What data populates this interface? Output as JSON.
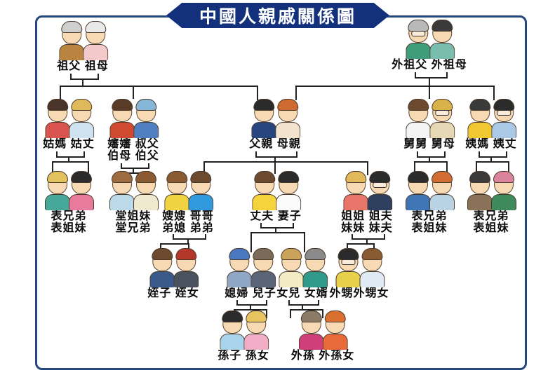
{
  "title": "中國人親戚關係圖",
  "colors": {
    "banner_bg": "#13307c",
    "banner_text": "#ffffff",
    "frame_border": "#24477c",
    "line": "#222222",
    "background": "#ffffff"
  },
  "groups": [
    {
      "id": "paternal-grandparents",
      "labels": [
        "祖父 祖母"
      ],
      "persons": [
        {
          "hair": "#cfcfcf",
          "top": "#b9843f",
          "acc": ""
        },
        {
          "hair": "#e9e9e9",
          "top": "#f3c9c9",
          "acc": ""
        }
      ]
    },
    {
      "id": "maternal-grandparents",
      "labels": [
        "外祖父 外祖母"
      ],
      "persons": [
        {
          "hair": "#b9b9b9",
          "top": "#3f9d7c",
          "acc": "glasses"
        },
        {
          "hair": "#3a3a3a",
          "top": "#79bdae",
          "acc": ""
        }
      ]
    },
    {
      "id": "paternal-aunt-and-husband",
      "labels": [
        "姑媽 姑丈"
      ],
      "persons": [
        {
          "hair": "#4a3328",
          "top": "#d9534f",
          "acc": ""
        },
        {
          "hair": "#e0b95c",
          "top": "#cfe2f0",
          "acc": ""
        }
      ]
    },
    {
      "id": "paternal-uncles-and-wives",
      "labels": [
        "嬸嬸 叔父",
        "伯母 伯父"
      ],
      "persons": [
        {
          "hair": "#5a3b28",
          "top": "#cf4a30",
          "acc": ""
        },
        {
          "hair": "#85b6d8",
          "top": "#4f7fc0",
          "acc": ""
        }
      ]
    },
    {
      "id": "father-mother",
      "labels": [
        "父親 母親"
      ],
      "persons": [
        {
          "hair": "#2b2b2b",
          "top": "#27457e",
          "acc": ""
        },
        {
          "hair": "#cf6a30",
          "top": "#f2e3cf",
          "acc": ""
        }
      ]
    },
    {
      "id": "maternal-uncle-and-wife",
      "labels": [
        "舅舅 舅母"
      ],
      "persons": [
        {
          "hair": "#6b4a2f",
          "top": "#f4f4f4",
          "acc": ""
        },
        {
          "hair": "#d9b34a",
          "top": "#e6d7b5",
          "acc": "glasses"
        }
      ]
    },
    {
      "id": "maternal-aunt-and-husband",
      "labels": [
        "姨媽 姨丈"
      ],
      "persons": [
        {
          "hair": "#3a3a3a",
          "top": "#f0c832",
          "acc": ""
        },
        {
          "hair": "#2b2b2b",
          "top": "#a9c9e6",
          "acc": "glasses"
        }
      ]
    },
    {
      "id": "paternal-aunt-cousins",
      "labels": [
        "表兄弟",
        "表姐妹"
      ],
      "persons": [
        {
          "hair": "#e2c25e",
          "top": "#46a898",
          "acc": ""
        },
        {
          "hair": "#2b2b2b",
          "top": "#e87a9e",
          "acc": ""
        }
      ]
    },
    {
      "id": "paternal-uncle-cousins",
      "labels": [
        "堂姐妹",
        "堂兄弟"
      ],
      "persons": [
        {
          "hair": "#9c6b3f",
          "top": "#bcd9ea",
          "acc": ""
        },
        {
          "hair": "#8a5a33",
          "top": "#efe9cf",
          "acc": ""
        }
      ]
    },
    {
      "id": "brothers-and-wives",
      "labels": [
        "嫂嫂 哥哥",
        "弟媳 弟弟"
      ],
      "persons": [
        {
          "hair": "#8a5a33",
          "top": "#f0d341",
          "acc": ""
        },
        {
          "hair": "#6b4a2f",
          "top": "#2f9ade",
          "acc": ""
        }
      ]
    },
    {
      "id": "husband-wife",
      "labels": [
        "丈夫 妻子"
      ],
      "persons": [
        {
          "hair": "#6b4a2f",
          "top": "#f5d33c",
          "acc": ""
        },
        {
          "hair": "#2b2b2b",
          "top": "#fbfbfb",
          "acc": ""
        }
      ]
    },
    {
      "id": "sisters-and-husbands",
      "labels": [
        "姐姐 姐夫",
        "妹妹 妹夫"
      ],
      "persons": [
        {
          "hair": "#e0b95c",
          "top": "#e8756a",
          "acc": ""
        },
        {
          "hair": "#2b2b2b",
          "top": "#2f3f5e",
          "acc": "glasses"
        }
      ]
    },
    {
      "id": "maternal-uncle-cousins",
      "labels": [
        "表兄弟",
        "表姐妹"
      ],
      "persons": [
        {
          "hair": "#2b2b2b",
          "top": "#3f74b5",
          "acc": ""
        },
        {
          "hair": "#d06c34",
          "top": "#b9d3e4",
          "acc": ""
        }
      ]
    },
    {
      "id": "maternal-aunt-cousins",
      "labels": [
        "表兄弟",
        "表姐妹"
      ],
      "persons": [
        {
          "hair": "#3a3a3a",
          "top": "#8a7258",
          "acc": ""
        },
        {
          "hair": "#d9849c",
          "top": "#3f8a5c",
          "acc": ""
        }
      ]
    },
    {
      "id": "nephew-niece",
      "labels": [
        "姪子 姪女"
      ],
      "persons": [
        {
          "hair": "#6b4a2f",
          "top": "#3a5a8c",
          "acc": ""
        },
        {
          "hair": "#b5372c",
          "top": "#4a5260",
          "acc": ""
        }
      ]
    },
    {
      "id": "daughter-in-law-and-son",
      "labels": [
        "媳婦 兒子"
      ],
      "persons": [
        {
          "hair": "#4a78c0",
          "top": "#8fa6c4",
          "acc": ""
        },
        {
          "hair": "#7a6a58",
          "top": "#5a6478",
          "acc": ""
        }
      ]
    },
    {
      "id": "daughter-and-son-in-law",
      "labels": [
        "女兒 女婿"
      ],
      "persons": [
        {
          "hair": "#c9a35a",
          "top": "#f2ecc4",
          "acc": ""
        },
        {
          "hair": "#8a8a8a",
          "top": "#2f9a8a",
          "acc": ""
        }
      ]
    },
    {
      "id": "sororal-nephew-niece",
      "labels": [
        "外甥外甥女"
      ],
      "persons": [
        {
          "hair": "#2b2b2b",
          "top": "#e8d14a",
          "acc": "glasses"
        },
        {
          "hair": "#8a5a33",
          "top": "#dfeaf4",
          "acc": ""
        }
      ]
    },
    {
      "id": "grandson-granddaughter",
      "labels": [
        "孫子 孫女"
      ],
      "persons": [
        {
          "hair": "#2b2b2b",
          "top": "#a9d3ea",
          "acc": ""
        },
        {
          "hair": "#e8c45e",
          "top": "#f2aec6",
          "acc": ""
        }
      ]
    },
    {
      "id": "maternal-grandchildren",
      "labels": [
        "外孫 外孫女"
      ],
      "persons": [
        {
          "hair": "#8a7a66",
          "top": "#cf3f7a",
          "acc": ""
        },
        {
          "hair": "#d9702f",
          "top": "#e8693a",
          "acc": ""
        }
      ]
    }
  ]
}
